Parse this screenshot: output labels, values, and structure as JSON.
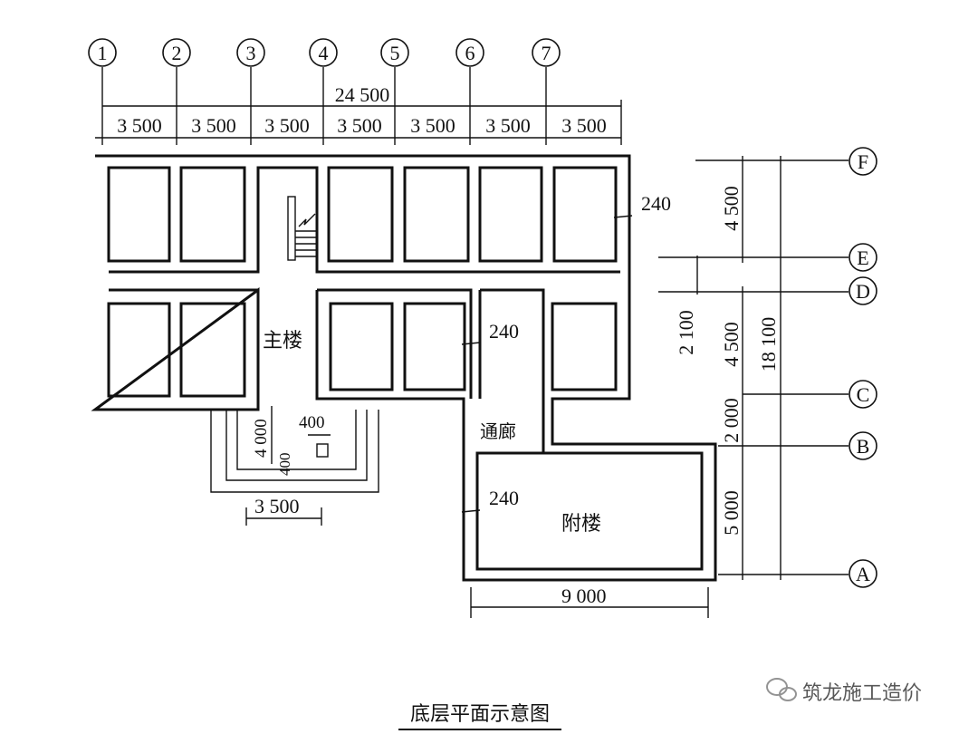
{
  "axes_top": [
    "1",
    "2",
    "3",
    "4",
    "5",
    "6",
    "7"
  ],
  "axes_right": [
    "F",
    "E",
    "D",
    "C",
    "B",
    "A"
  ],
  "dims_top": {
    "total": "24 500",
    "bays": [
      "3 500",
      "3 500",
      "3 500",
      "3 500",
      "3 500",
      "3 500",
      "3 500"
    ]
  },
  "dims_right": {
    "fe": "4 500",
    "ed": "2 100",
    "dc": "4 500",
    "cb": "2 000",
    "ba": "5 000",
    "total": "18 100"
  },
  "wall_labels": [
    "240",
    "240",
    "240"
  ],
  "steps": {
    "depth": "4 000",
    "tread": "400",
    "tread2": "400",
    "width": "3 500"
  },
  "annex_width": "9 000",
  "rooms": {
    "main": "主楼",
    "corridor": "通廊",
    "annex": "附楼"
  },
  "caption": "底层平面示意图",
  "watermark": "筑龙施工造价"
}
